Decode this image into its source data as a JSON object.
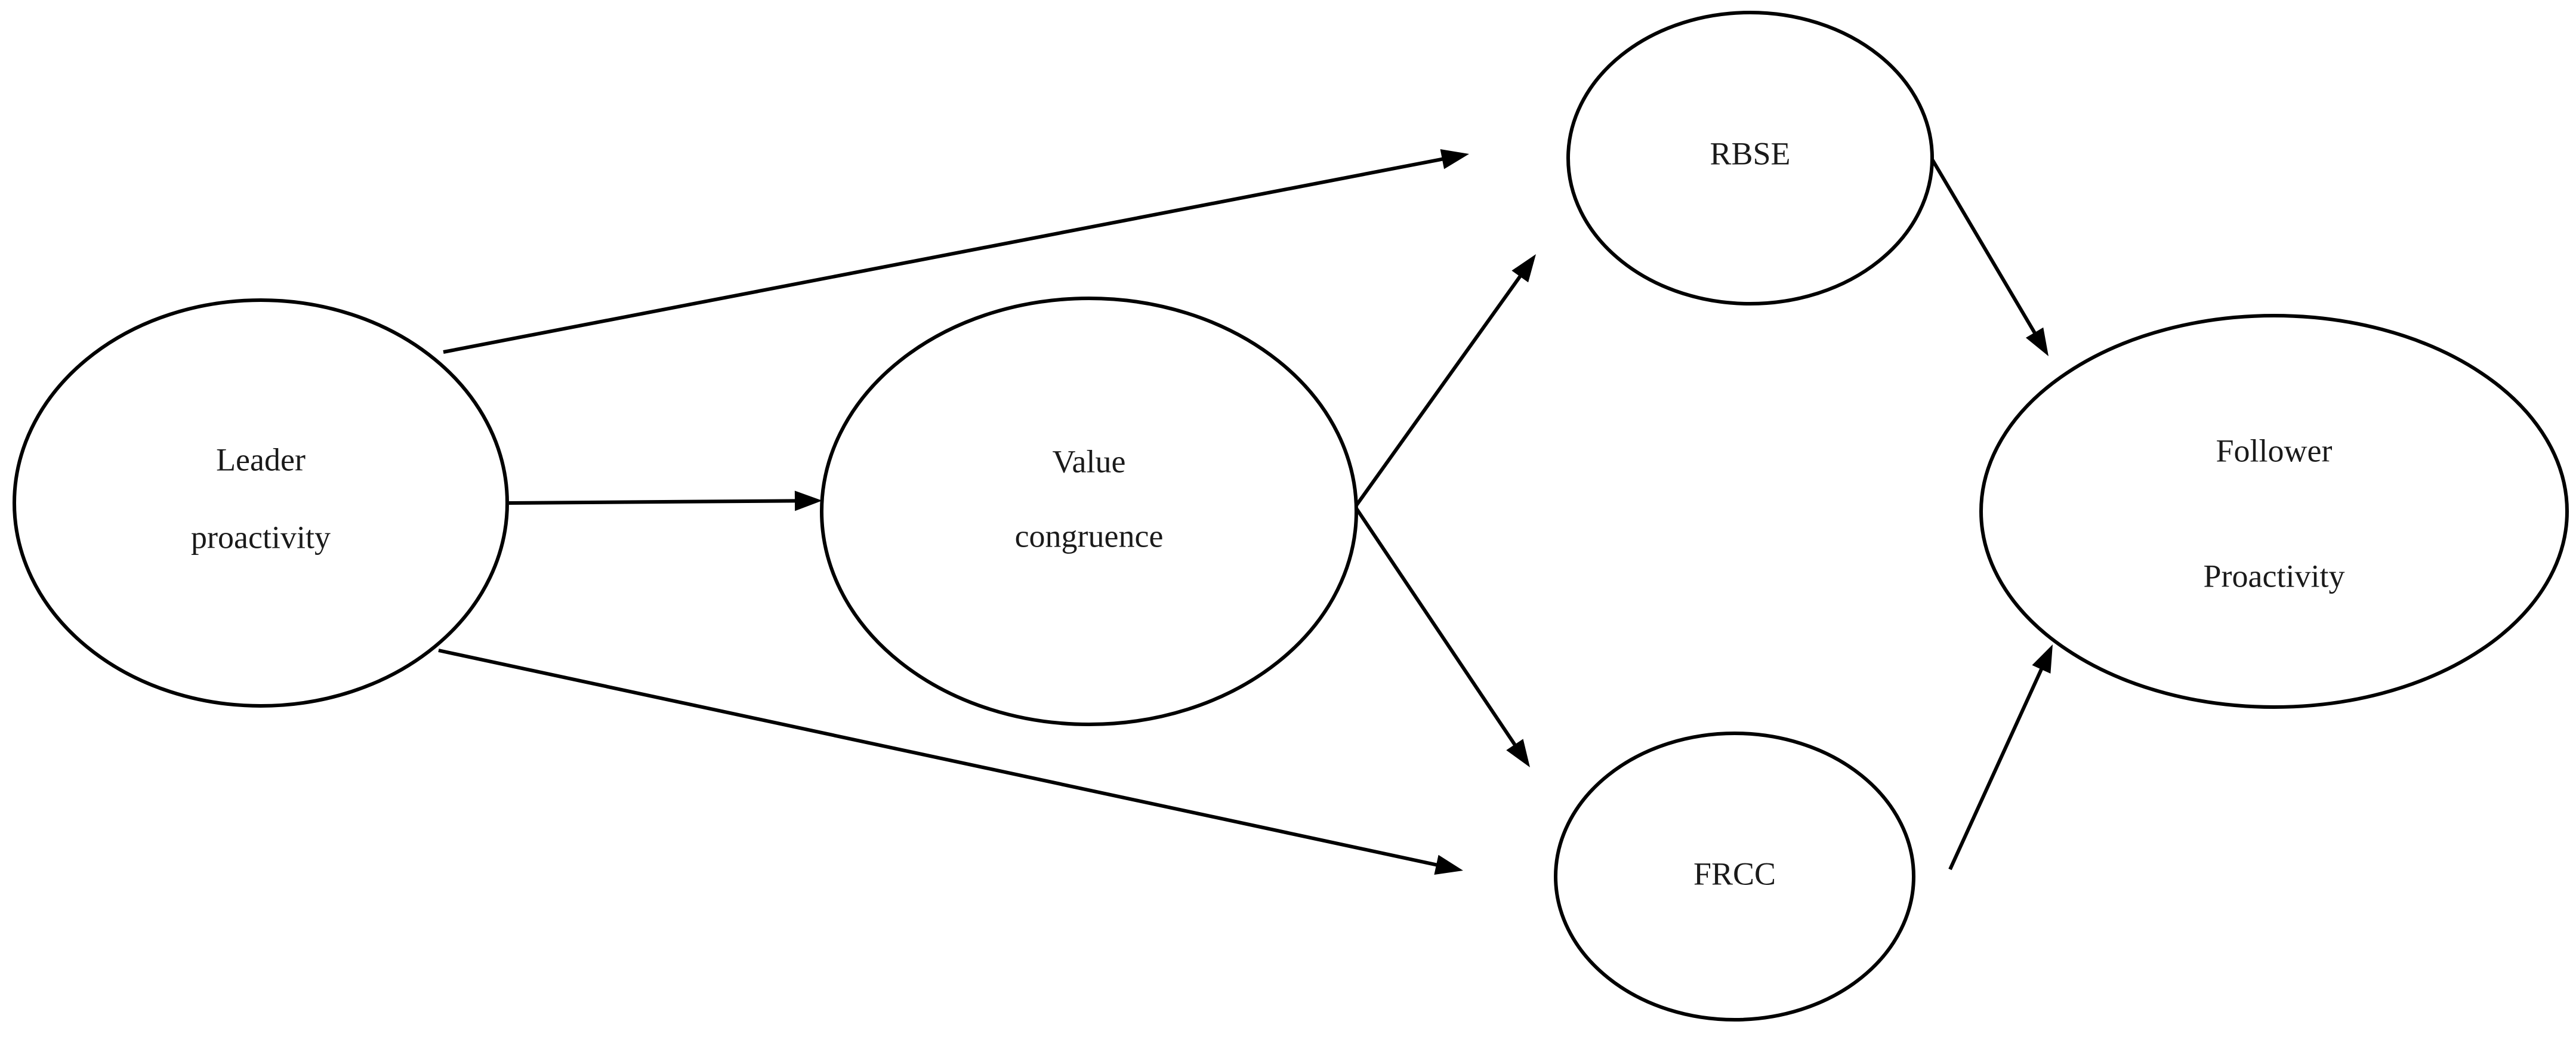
{
  "nodes": [
    {
      "id": "leader",
      "lines": [
        "Leader",
        "proactivity"
      ]
    },
    {
      "id": "value",
      "lines": [
        "Value",
        "congruence"
      ]
    },
    {
      "id": "rbse",
      "lines": [
        "RBSE"
      ]
    },
    {
      "id": "frcc",
      "lines": [
        "FRCC"
      ]
    },
    {
      "id": "follower",
      "lines": [
        "Follower",
        "Proactivity"
      ]
    }
  ],
  "edges": [
    {
      "from": "leader",
      "to": "rbse"
    },
    {
      "from": "leader",
      "to": "value"
    },
    {
      "from": "leader",
      "to": "frcc"
    },
    {
      "from": "value",
      "to": "rbse"
    },
    {
      "from": "value",
      "to": "frcc"
    },
    {
      "from": "rbse",
      "to": "follower"
    },
    {
      "from": "frcc",
      "to": "follower"
    }
  ]
}
